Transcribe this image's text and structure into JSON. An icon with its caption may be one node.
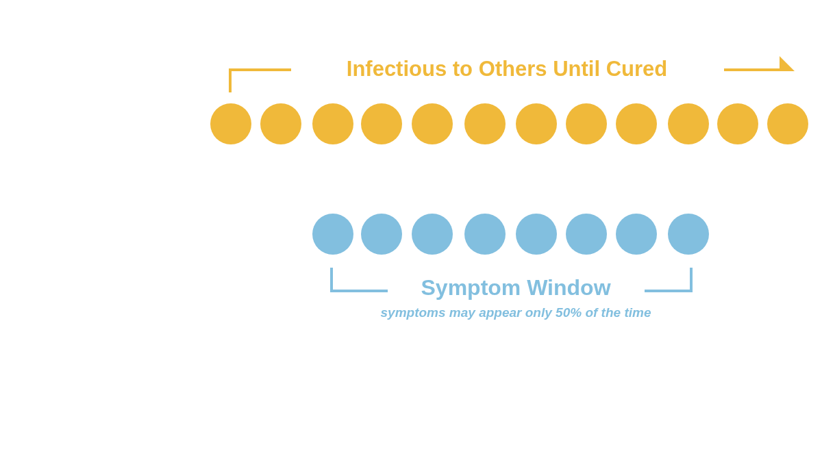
{
  "diagram": {
    "nodes": [
      {
        "text": [],
        "shape": "circle"
      },
      {
        "text": [],
        "shape": "circle"
      },
      {
        "text": [],
        "shape": "circle"
      },
      {
        "text": [],
        "shape": "circle"
      },
      {
        "text": [],
        "shape": "circle"
      },
      {
        "text": [],
        "shape": "circle"
      },
      {
        "text": [],
        "shape": "circle"
      },
      {
        "text": [],
        "shape": "circle"
      },
      {
        "text": [],
        "shape": "circle"
      },
      {
        "text": [],
        "shape": "circle"
      },
      {
        "text": [],
        "shape": "circle"
      },
      {
        "text": [],
        "shape": "circle"
      },
      {
        "text": [],
        "shape": "circle"
      },
      {
        "text": [],
        "shape": "circle"
      },
      {
        "text": [],
        "shape": "circle"
      },
      {
        "text": [],
        "shape": "circle"
      },
      {
        "text": [],
        "shape": "circle"
      },
      {
        "text": [],
        "shape": "circle"
      },
      {
        "text": [],
        "shape": "circle"
      },
      {
        "text": [],
        "shape": "circle"
      }
    ],
    "labels": [
      "Infectious to Others Until Cured",
      "Symptom Window",
      "symptoms may appear only 50% of the time"
    ]
  }
}
